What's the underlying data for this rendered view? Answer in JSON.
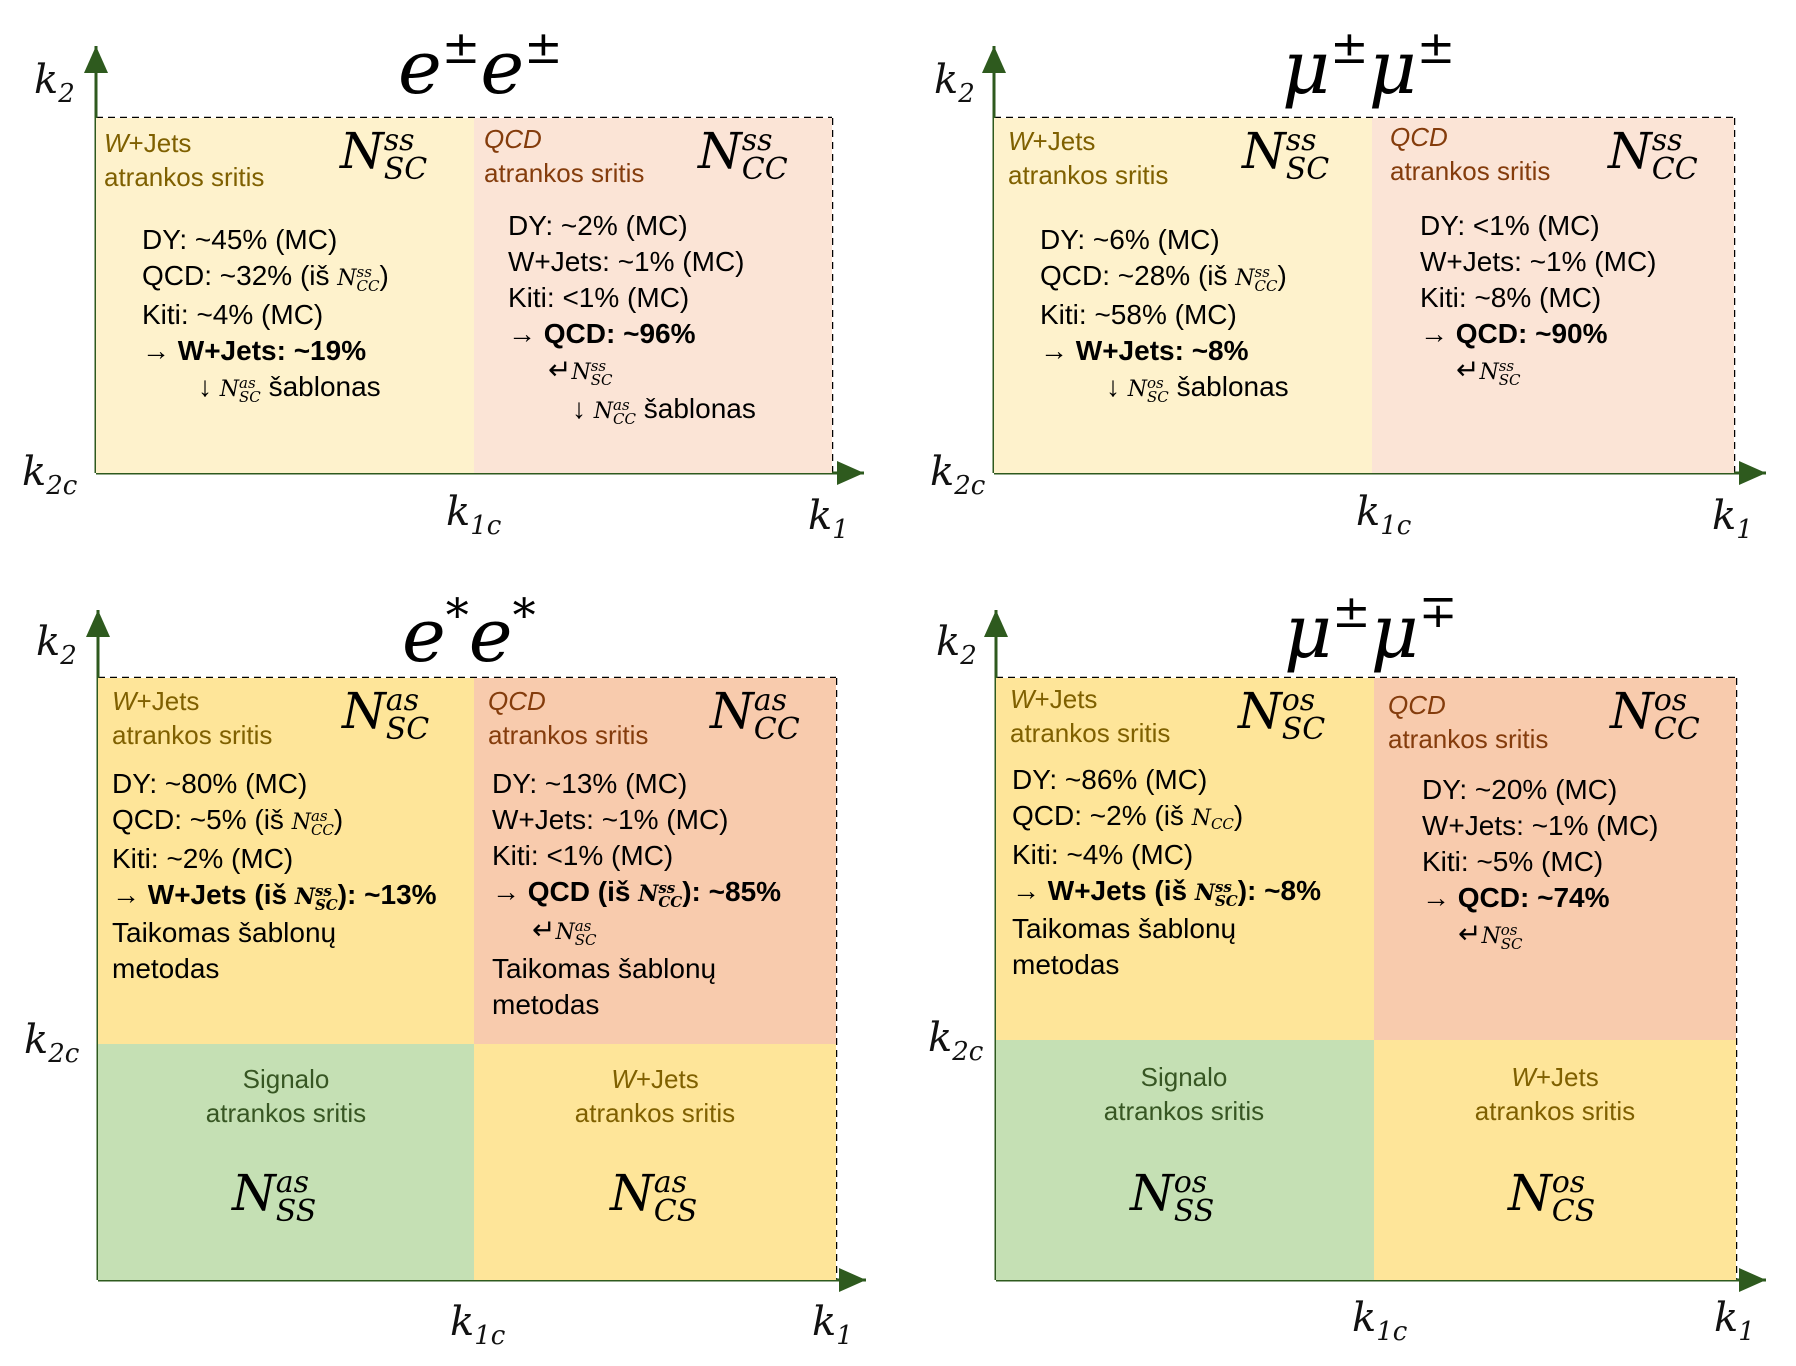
{
  "panels": {
    "ee_ss": {
      "title": {
        "base1": "e",
        "sup1": "±",
        "base2": "e",
        "sup2": "±"
      },
      "axes": {
        "k2": "k",
        "k2_sub": "2",
        "k2c": "k",
        "k2c_sub": "2c",
        "k1c": "k",
        "k1c_sub": "1c",
        "k1": "k",
        "k1_sub": "1"
      },
      "left": {
        "sel1": "W",
        "sel1b": "+Jets",
        "sel2": "atrankos sritis",
        "big": {
          "base": "N",
          "sup": "ss",
          "sub": "SC"
        },
        "lines": [
          "DY: ~45% (MC)",
          "QCD: ~32% (iš ",
          "Kiti: ~4% (MC)",
          "→  W+Jets: ~19%",
          "↓ "
        ],
        "qcd_ref": {
          "base": "N",
          "sup": "ss",
          "sub": "CC"
        },
        "tmpl": {
          "base": "N",
          "sup": "as",
          "sub": "SC"
        },
        "tmpl_text": " šablonas"
      },
      "right": {
        "sel1": "QCD",
        "sel2": "atrankos sritis",
        "big": {
          "base": "N",
          "sup": "ss",
          "sub": "CC"
        },
        "lines": [
          "DY: ~2% (MC)",
          "W+Jets: ~1% (MC)",
          "Kiti: <1% (MC)",
          "→  QCD: ~96%"
        ],
        "ref": {
          "base": "N",
          "sup": "ss",
          "sub": "SC"
        },
        "tmpl": {
          "base": "N",
          "sup": "as",
          "sub": "CC"
        },
        "tmpl_text": " šablonas"
      }
    },
    "mm_ss": {
      "title": {
        "base1": "μ",
        "sup1": "±",
        "base2": "μ",
        "sup2": "±"
      },
      "axes": {
        "k2": "k",
        "k2_sub": "2",
        "k2c": "k",
        "k2c_sub": "2c",
        "k1c": "k",
        "k1c_sub": "1c",
        "k1": "k",
        "k1_sub": "1"
      },
      "left": {
        "sel1": "W",
        "sel1b": "+Jets",
        "sel2": "atrankos sritis",
        "big": {
          "base": "N",
          "sup": "ss",
          "sub": "SC"
        },
        "lines": [
          "DY: ~6% (MC)",
          "QCD: ~28% (iš ",
          "Kiti: ~58% (MC)",
          "→  W+Jets: ~8%",
          "↓ "
        ],
        "qcd_ref": {
          "base": "N",
          "sup": "ss",
          "sub": "CC"
        },
        "tmpl": {
          "base": "N",
          "sup": "os",
          "sub": "SC"
        },
        "tmpl_text": " šablonas"
      },
      "right": {
        "sel1": "QCD",
        "sel2": "atrankos sritis",
        "big": {
          "base": "N",
          "sup": "ss",
          "sub": "CC"
        },
        "lines": [
          "DY: <1% (MC)",
          "W+Jets: ~1% (MC)",
          "Kiti: ~8% (MC)",
          "→  QCD: ~90%"
        ],
        "ref": {
          "base": "N",
          "sup": "ss",
          "sub": "SC"
        }
      }
    },
    "ee_as": {
      "title": {
        "base1": "e",
        "sup1": "*",
        "base2": "e",
        "sup2": "*"
      },
      "axes": {
        "k2": "k",
        "k2_sub": "2",
        "k2c": "k",
        "k2c_sub": "2c",
        "k1c": "k",
        "k1c_sub": "1c",
        "k1": "k",
        "k1_sub": "1"
      },
      "left": {
        "sel1": "W",
        "sel1b": "+Jets",
        "sel2": "atrankos sritis",
        "big": {
          "base": "N",
          "sup": "as",
          "sub": "SC"
        },
        "lines": [
          "DY: ~80% (MC)",
          "QCD: ~5% (iš ",
          "Kiti: ~2% (MC)",
          "→  W+Jets (iš ",
          "Taikomas šablonų",
          "metodas"
        ],
        "qcd_ref": {
          "base": "N",
          "sup": "as",
          "sub": "CC"
        },
        "w_ref": {
          "base": "N",
          "sup": "ss",
          "sub": "SC"
        },
        "w_tail": "): ~13%"
      },
      "right": {
        "sel1": "QCD",
        "sel2": "atrankos sritis",
        "big": {
          "base": "N",
          "sup": "as",
          "sub": "CC"
        },
        "lines": [
          "DY: ~13% (MC)",
          "W+Jets: ~1% (MC)",
          "Kiti: <1% (MC)",
          "→  QCD (iš ",
          "Taikomas šablonų",
          "metodas"
        ],
        "q_ref": {
          "base": "N",
          "sup": "ss",
          "sub": "CC"
        },
        "q_tail": "): ~85%",
        "ref": {
          "base": "N",
          "sup": "as",
          "sub": "SC"
        }
      },
      "signal": {
        "sel1": "Signalo",
        "sel2": "atrankos sritis",
        "big": {
          "base": "N",
          "sup": "as",
          "sub": "SS"
        }
      },
      "wcs": {
        "sel1": "W",
        "sel1b": "+Jets",
        "sel2": "atrankos sritis",
        "big": {
          "base": "N",
          "sup": "as",
          "sub": "CS"
        }
      }
    },
    "mm_os": {
      "title": {
        "base1": "μ",
        "sup1": "±",
        "base2": "μ",
        "sup2": "∓"
      },
      "axes": {
        "k2": "k",
        "k2_sub": "2",
        "k2c": "k",
        "k2c_sub": "2c",
        "k1c": "k",
        "k1c_sub": "1c",
        "k1": "k",
        "k1_sub": "1"
      },
      "left": {
        "sel1": "W",
        "sel1b": "+Jets",
        "sel2": "atrankos sritis",
        "big": {
          "base": "N",
          "sup": "os",
          "sub": "SC"
        },
        "lines": [
          "DY: ~86% (MC)",
          "QCD: ~2% (iš ",
          "Kiti: ~4% (MC)",
          "→  W+Jets (iš ",
          "Taikomas šablonų",
          "metodas"
        ],
        "qcd_ref": {
          "base": "N",
          "sub": "CC"
        },
        "w_ref": {
          "base": "N",
          "sup": "ss",
          "sub": "SC"
        },
        "w_tail": "): ~8%"
      },
      "right": {
        "sel1": "QCD",
        "sel2": "atrankos sritis",
        "big": {
          "base": "N",
          "sup": "os",
          "sub": "CC"
        },
        "lines": [
          "DY: ~20% (MC)",
          "W+Jets: ~1% (MC)",
          "Kiti: ~5% (MC)",
          "→  QCD: ~74%"
        ],
        "ref": {
          "base": "N",
          "sup": "os",
          "sub": "SC"
        }
      },
      "signal": {
        "sel1": "Signalo",
        "sel2": "atrankos sritis",
        "big": {
          "base": "N",
          "sup": "os",
          "sub": "SS"
        }
      },
      "wcs": {
        "sel1": "W",
        "sel1b": "+Jets",
        "sel2": "atrankos sritis",
        "big": {
          "base": "N",
          "sup": "os",
          "sub": "CS"
        }
      }
    }
  },
  "colors": {
    "axis": "#2e5a1e",
    "wjets_light": "#fef2cc",
    "qcd_light": "#fbe4d6",
    "wjets": "#fee599",
    "qcd": "#f8cbad",
    "signal": "#c5e0b4",
    "wjets_text": "#7f6000",
    "qcd_text": "#843c0c",
    "signal_text": "#375623",
    "arrow": "#0070c0"
  }
}
